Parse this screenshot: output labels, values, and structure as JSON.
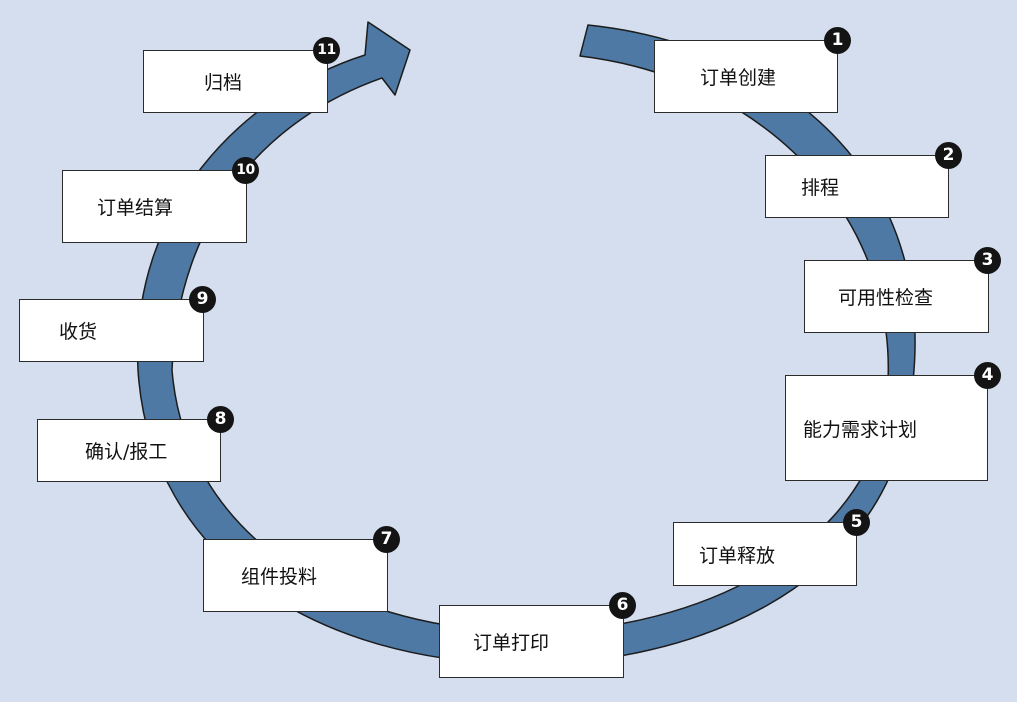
{
  "colors": {
    "background": "#d4deef",
    "arrow_fill": "#4e79a4",
    "arrow_stroke": "#1c1c1c",
    "box_fill": "#ffffff",
    "badge_fill": "#141414"
  },
  "cycle": {
    "direction": "clockwise",
    "arrow_icon": "circular-arrow-icon",
    "steps": [
      {
        "number": "1",
        "label": "订单创建"
      },
      {
        "number": "2",
        "label": "排程"
      },
      {
        "number": "3",
        "label": "可用性检查"
      },
      {
        "number": "4",
        "label": "能力需求计划"
      },
      {
        "number": "5",
        "label": "订单释放"
      },
      {
        "number": "6",
        "label": "订单打印"
      },
      {
        "number": "7",
        "label": "组件投料"
      },
      {
        "number": "8",
        "label": "确认/报工"
      },
      {
        "number": "9",
        "label": "收货"
      },
      {
        "number": "10",
        "label": "订单结算"
      },
      {
        "number": "11",
        "label": "归档"
      }
    ]
  }
}
